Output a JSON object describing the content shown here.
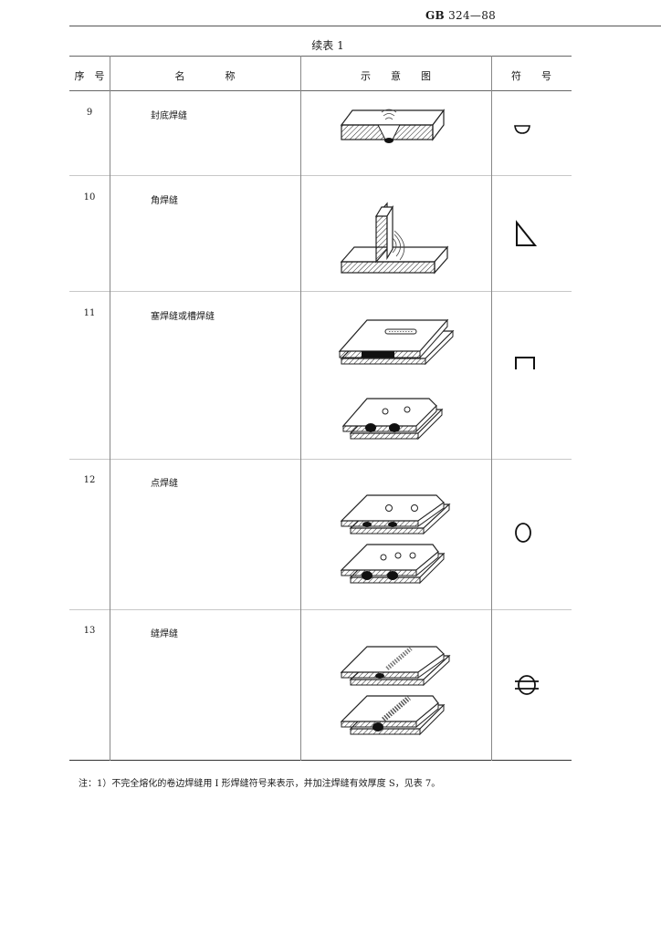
{
  "header": {
    "std_prefix": "GB",
    "std_number": "324—88"
  },
  "caption": "续表 1",
  "columns": {
    "index": "序　号",
    "name": "名　　　　称",
    "figure": "示　　意　　图",
    "symbol": "符　　号"
  },
  "rows": [
    {
      "index": "9",
      "name": "封底焊缝",
      "figure_icon": "backing-weld-figure",
      "symbol_icon": "backing-weld-symbol"
    },
    {
      "index": "10",
      "name": "角焊缝",
      "figure_icon": "fillet-weld-figure",
      "symbol_icon": "fillet-weld-symbol"
    },
    {
      "index": "11",
      "name": "塞焊缝或槽焊缝",
      "figure_icon": "plug-slot-weld-figure",
      "symbol_icon": "plug-weld-symbol"
    },
    {
      "index": "12",
      "name": "点焊缝",
      "figure_icon": "spot-weld-figure",
      "symbol_icon": "spot-weld-symbol"
    },
    {
      "index": "13",
      "name": "缝焊缝",
      "figure_icon": "seam-weld-figure",
      "symbol_icon": "seam-weld-symbol"
    }
  ],
  "note": "注：1）不完全熔化的卷边焊缝用 I 形焊缝符号来表示，并加注焊缝有效厚度 S，见表 7。"
}
